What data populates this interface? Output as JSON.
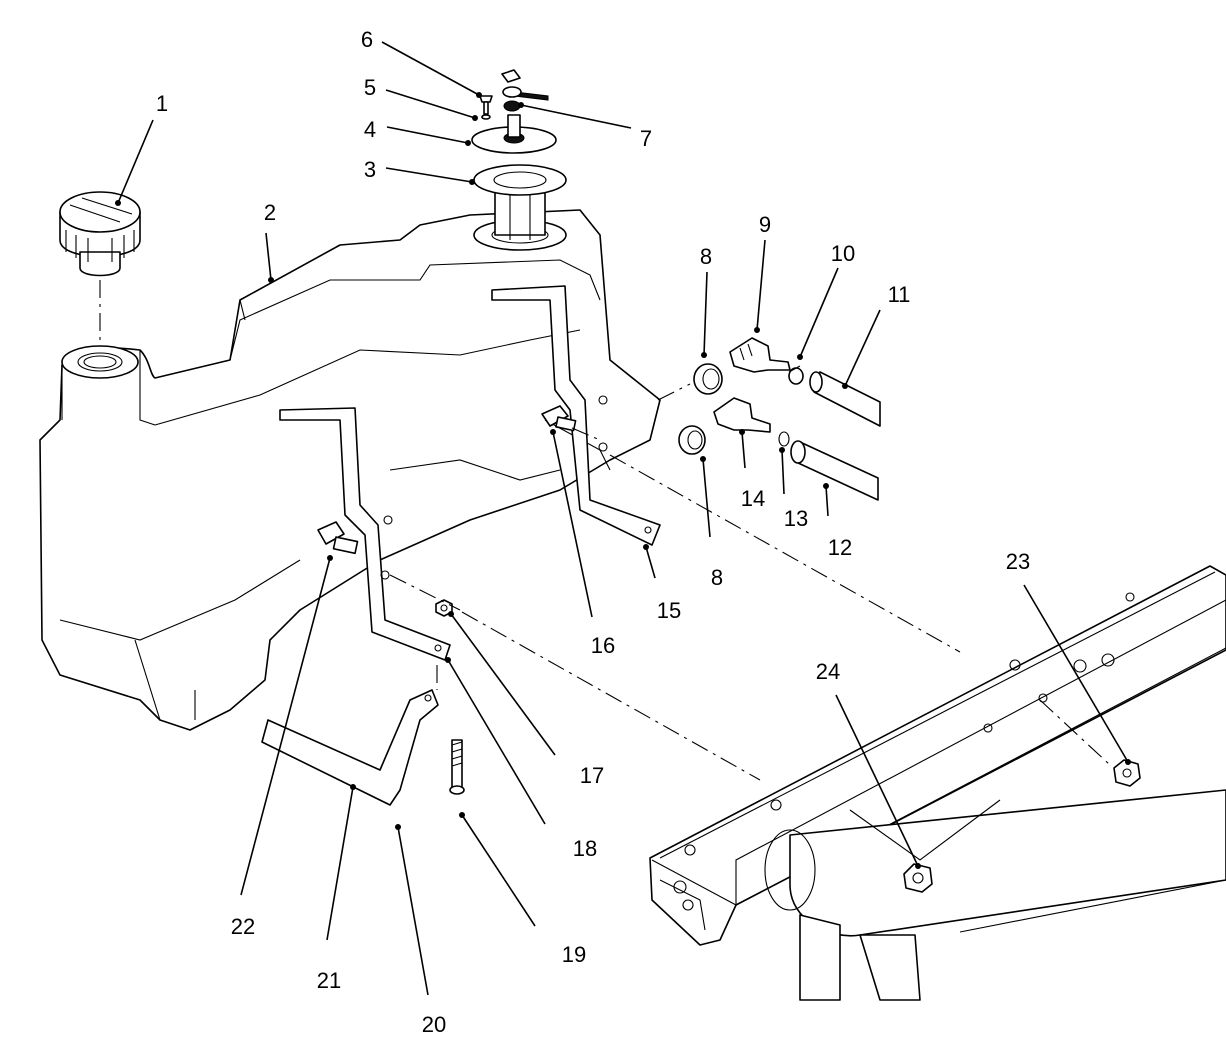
{
  "callouts": [
    {
      "id": "1",
      "text": "1"
    },
    {
      "id": "2",
      "text": "2"
    },
    {
      "id": "3",
      "text": "3"
    },
    {
      "id": "4",
      "text": "4"
    },
    {
      "id": "5",
      "text": "5"
    },
    {
      "id": "6",
      "text": "6"
    },
    {
      "id": "7",
      "text": "7"
    },
    {
      "id": "8a",
      "text": "8"
    },
    {
      "id": "8b",
      "text": "8"
    },
    {
      "id": "9",
      "text": "9"
    },
    {
      "id": "10",
      "text": "10"
    },
    {
      "id": "11",
      "text": "11"
    },
    {
      "id": "12",
      "text": "12"
    },
    {
      "id": "13",
      "text": "13"
    },
    {
      "id": "14",
      "text": "14"
    },
    {
      "id": "15",
      "text": "15"
    },
    {
      "id": "16",
      "text": "16"
    },
    {
      "id": "17",
      "text": "17"
    },
    {
      "id": "18",
      "text": "18"
    },
    {
      "id": "19",
      "text": "19"
    },
    {
      "id": "20",
      "text": "20"
    },
    {
      "id": "21",
      "text": "21"
    },
    {
      "id": "22",
      "text": "22"
    },
    {
      "id": "23",
      "text": "23"
    },
    {
      "id": "24",
      "text": "24"
    }
  ]
}
